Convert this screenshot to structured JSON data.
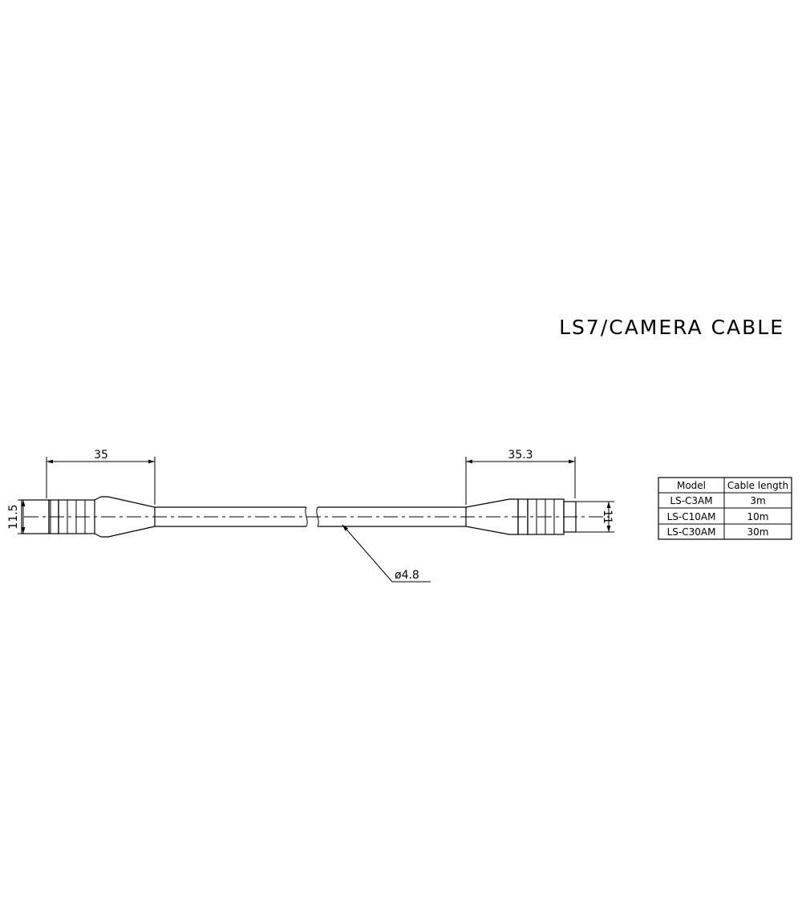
{
  "title": "LS7/CAMERA CABLE",
  "dimensions": {
    "left_length": "35",
    "right_length": "35.3",
    "left_diameter": "11.5",
    "right_diameter": "11",
    "cable_diameter": "ø4.8"
  },
  "table": {
    "headers": [
      "Model",
      "Cable length"
    ],
    "rows": [
      [
        "LS-C3AM",
        "3m"
      ],
      [
        "LS-C10AM",
        "10m"
      ],
      [
        "LS-C30AM",
        "30m"
      ]
    ]
  }
}
